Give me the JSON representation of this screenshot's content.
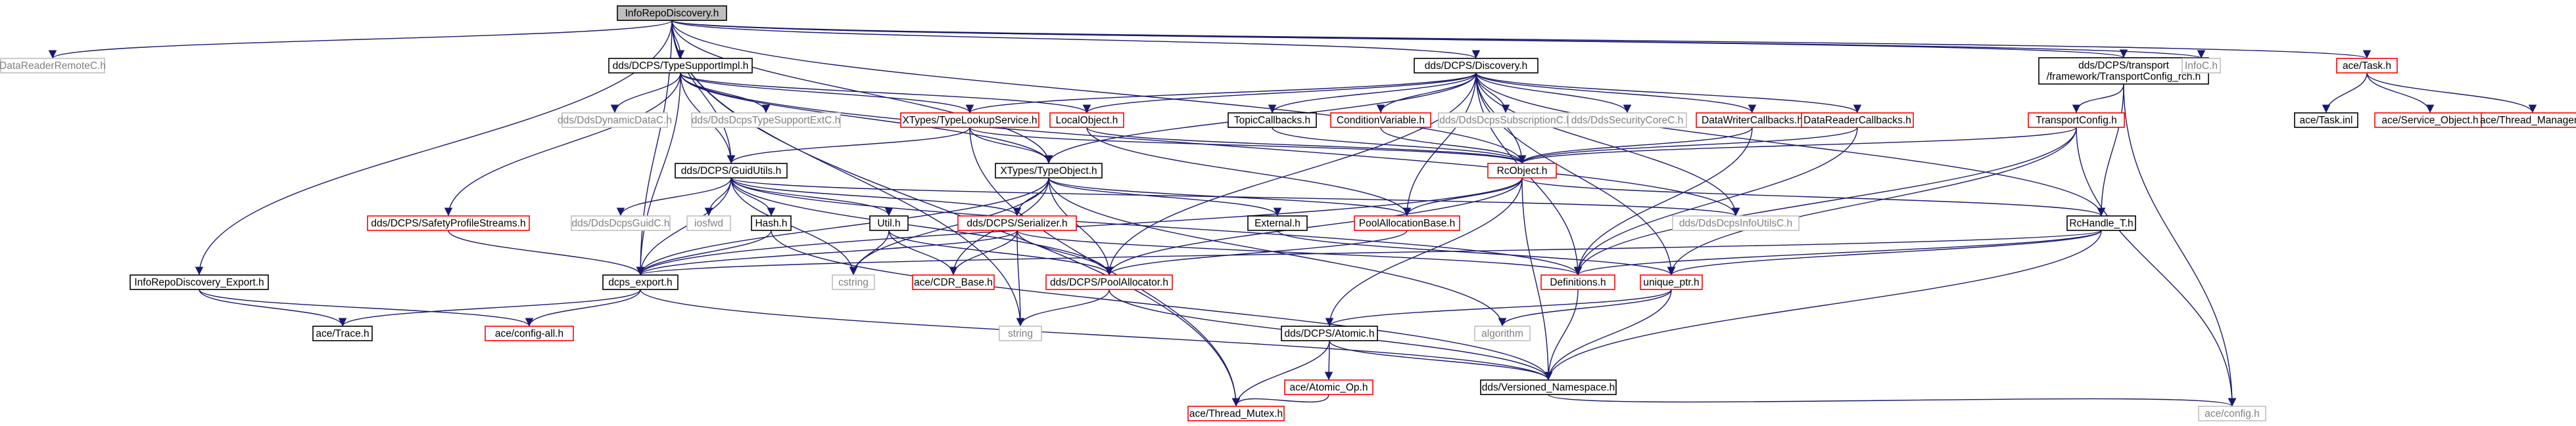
{
  "diagram": {
    "colors": {
      "root_fill": "#bfbfbf",
      "node_fill": "#ffffff",
      "normal_border": "#000000",
      "truncated_border": "#ff0000",
      "leaf_border": "#bfbfbf",
      "leaf_text": "#808080",
      "edge": "#191970"
    },
    "nodes": [
      {
        "id": "root",
        "label": "InfoRepoDiscovery.h",
        "kind": "root"
      },
      {
        "id": "drrc",
        "label": "DataReaderRemoteC.h",
        "kind": "leaf"
      },
      {
        "id": "tsi",
        "label": "dds/DCPS/TypeSupportImpl.h",
        "kind": "normal"
      },
      {
        "id": "disc",
        "label": "dds/DCPS/Discovery.h",
        "kind": "normal"
      },
      {
        "id": "tcfg",
        "label": "dds/DCPS/transport\n/framework/TransportConfig_rch.h",
        "kind": "normal"
      },
      {
        "id": "infoc",
        "label": "InfoC.h",
        "kind": "leaf"
      },
      {
        "id": "task",
        "label": "ace/Task.h",
        "kind": "truncated"
      },
      {
        "id": "ddc",
        "label": "dds/DdsDynamicDataC.h",
        "kind": "leaf"
      },
      {
        "id": "dtse",
        "label": "dds/DdsDcpsTypeSupportExtC.h",
        "kind": "leaf"
      },
      {
        "id": "xtls",
        "label": "XTypes/TypeLookupService.h",
        "kind": "truncated"
      },
      {
        "id": "lobj",
        "label": "LocalObject.h",
        "kind": "truncated"
      },
      {
        "id": "tcb",
        "label": "TopicCallbacks.h",
        "kind": "normal"
      },
      {
        "id": "cvar",
        "label": "ConditionVariable.h",
        "kind": "truncated"
      },
      {
        "id": "dsub",
        "label": "dds/DdsDcpsSubscriptionC.h",
        "kind": "leaf"
      },
      {
        "id": "dsec",
        "label": "dds/DdsSecurityCoreC.h",
        "kind": "leaf"
      },
      {
        "id": "dwcb",
        "label": "DataWriterCallbacks.h",
        "kind": "truncated"
      },
      {
        "id": "drcb",
        "label": "DataReaderCallbacks.h",
        "kind": "truncated"
      },
      {
        "id": "tconf",
        "label": "TransportConfig.h",
        "kind": "truncated"
      },
      {
        "id": "taski",
        "label": "ace/Task.inl",
        "kind": "normal"
      },
      {
        "id": "svco",
        "label": "ace/Service_Object.h",
        "kind": "truncated"
      },
      {
        "id": "thm",
        "label": "ace/Thread_Manager.h",
        "kind": "truncated"
      },
      {
        "id": "guid",
        "label": "dds/DCPS/GuidUtils.h",
        "kind": "normal"
      },
      {
        "id": "xto",
        "label": "XTypes/TypeObject.h",
        "kind": "normal"
      },
      {
        "id": "rco",
        "label": "RcObject.h",
        "kind": "truncated"
      },
      {
        "id": "spfs",
        "label": "dds/DCPS/SafetyProfileStreams.h",
        "kind": "truncated"
      },
      {
        "id": "dguid",
        "label": "dds/DdsDcpsGuidC.h",
        "kind": "leaf"
      },
      {
        "id": "iosfwd",
        "label": "iosfwd",
        "kind": "leaf"
      },
      {
        "id": "hash",
        "label": "Hash.h",
        "kind": "normal"
      },
      {
        "id": "util",
        "label": "Util.h",
        "kind": "normal"
      },
      {
        "id": "ser",
        "label": "dds/DCPS/Serializer.h",
        "kind": "truncated"
      },
      {
        "id": "ext",
        "label": "External.h",
        "kind": "normal"
      },
      {
        "id": "pab",
        "label": "PoolAllocationBase.h",
        "kind": "truncated"
      },
      {
        "id": "dinfo",
        "label": "dds/DdsDcpsInfoUtilsC.h",
        "kind": "leaf"
      },
      {
        "id": "rch",
        "label": "RcHandle_T.h",
        "kind": "normal"
      },
      {
        "id": "irde",
        "label": "InfoRepoDiscovery_Export.h",
        "kind": "normal"
      },
      {
        "id": "cstr",
        "label": "cstring",
        "kind": "leaf"
      },
      {
        "id": "cdrb",
        "label": "ace/CDR_Base.h",
        "kind": "truncated"
      },
      {
        "id": "dexp",
        "label": "dcps_export.h",
        "kind": "normal"
      },
      {
        "id": "palloc",
        "label": "dds/DCPS/PoolAllocator.h",
        "kind": "truncated"
      },
      {
        "id": "defs",
        "label": "Definitions.h",
        "kind": "truncated"
      },
      {
        "id": "uptr",
        "label": "unique_ptr.h",
        "kind": "truncated"
      },
      {
        "id": "trace",
        "label": "ace/Trace.h",
        "kind": "normal"
      },
      {
        "id": "cfgall",
        "label": "ace/config-all.h",
        "kind": "truncated"
      },
      {
        "id": "string",
        "label": "string",
        "kind": "leaf"
      },
      {
        "id": "atomic",
        "label": "dds/DCPS/Atomic.h",
        "kind": "normal"
      },
      {
        "id": "algo",
        "label": "algorithm",
        "kind": "leaf"
      },
      {
        "id": "aop",
        "label": "ace/Atomic_Op.h",
        "kind": "truncated"
      },
      {
        "id": "vns",
        "label": "dds/Versioned_Namespace.h",
        "kind": "normal"
      },
      {
        "id": "thmx",
        "label": "ace/Thread_Mutex.h",
        "kind": "truncated"
      },
      {
        "id": "acecfg",
        "label": "ace/config.h",
        "kind": "leaf"
      }
    ],
    "edges": [
      [
        "root",
        "drrc"
      ],
      [
        "root",
        "tsi"
      ],
      [
        "root",
        "disc"
      ],
      [
        "root",
        "tcfg"
      ],
      [
        "root",
        "infoc"
      ],
      [
        "root",
        "task"
      ],
      [
        "root",
        "irde"
      ],
      [
        "root",
        "string"
      ],
      [
        "root",
        "thmx"
      ],
      [
        "root",
        "dexp"
      ],
      [
        "root",
        "guid"
      ],
      [
        "root",
        "xto"
      ],
      [
        "root",
        "rco"
      ],
      [
        "tsi",
        "ddc"
      ],
      [
        "tsi",
        "dtse"
      ],
      [
        "tsi",
        "xtls"
      ],
      [
        "tsi",
        "lobj"
      ],
      [
        "tsi",
        "guid"
      ],
      [
        "tsi",
        "xto"
      ],
      [
        "tsi",
        "spfs"
      ],
      [
        "tsi",
        "dexp"
      ],
      [
        "tsi",
        "dinfo"
      ],
      [
        "disc",
        "xtls"
      ],
      [
        "disc",
        "lobj"
      ],
      [
        "disc",
        "tcb"
      ],
      [
        "disc",
        "cvar"
      ],
      [
        "disc",
        "dsub"
      ],
      [
        "disc",
        "dsec"
      ],
      [
        "disc",
        "dwcb"
      ],
      [
        "disc",
        "drcb"
      ],
      [
        "disc",
        "rco"
      ],
      [
        "disc",
        "xto"
      ],
      [
        "disc",
        "pab"
      ],
      [
        "disc",
        "dinfo"
      ],
      [
        "disc",
        "rch"
      ],
      [
        "disc",
        "defs"
      ],
      [
        "disc",
        "palloc"
      ],
      [
        "disc",
        "uptr"
      ],
      [
        "tcfg",
        "tconf"
      ],
      [
        "tcfg",
        "rch"
      ],
      [
        "tcfg",
        "acecfg"
      ],
      [
        "task",
        "taski"
      ],
      [
        "task",
        "svco"
      ],
      [
        "task",
        "thm"
      ],
      [
        "xtls",
        "guid"
      ],
      [
        "xtls",
        "xto"
      ],
      [
        "xtls",
        "rco"
      ],
      [
        "xtls",
        "thmx"
      ],
      [
        "lobj",
        "rco"
      ],
      [
        "lobj",
        "pab"
      ],
      [
        "tcb",
        "rco"
      ],
      [
        "cvar",
        "rco"
      ],
      [
        "dwcb",
        "rco"
      ],
      [
        "dwcb",
        "defs"
      ],
      [
        "drcb",
        "rco"
      ],
      [
        "drcb",
        "defs"
      ],
      [
        "tconf",
        "rco"
      ],
      [
        "tconf",
        "defs"
      ],
      [
        "tconf",
        "uptr"
      ],
      [
        "tconf",
        "acecfg"
      ],
      [
        "guid",
        "dguid"
      ],
      [
        "guid",
        "iosfwd"
      ],
      [
        "guid",
        "hash"
      ],
      [
        "guid",
        "util"
      ],
      [
        "guid",
        "ser"
      ],
      [
        "guid",
        "dexp"
      ],
      [
        "guid",
        "cstr"
      ],
      [
        "guid",
        "defs"
      ],
      [
        "guid",
        "palloc"
      ],
      [
        "guid",
        "dinfo"
      ],
      [
        "xto",
        "ser"
      ],
      [
        "xto",
        "ext"
      ],
      [
        "xto",
        "pab"
      ],
      [
        "xto",
        "palloc"
      ],
      [
        "xto",
        "cstr"
      ],
      [
        "xto",
        "dexp"
      ],
      [
        "xto",
        "algo"
      ],
      [
        "xto",
        "cdrb"
      ],
      [
        "rco",
        "pab"
      ],
      [
        "rco",
        "rch"
      ],
      [
        "rco",
        "atomic"
      ],
      [
        "rco",
        "vns"
      ],
      [
        "rco",
        "dexp"
      ],
      [
        "rco",
        "palloc"
      ],
      [
        "spfs",
        "dexp"
      ],
      [
        "hash",
        "dexp"
      ],
      [
        "hash",
        "vns"
      ],
      [
        "util",
        "cstr"
      ],
      [
        "util",
        "cdrb"
      ],
      [
        "util",
        "palloc"
      ],
      [
        "ser",
        "cdrb"
      ],
      [
        "ser",
        "string"
      ],
      [
        "ser",
        "palloc"
      ],
      [
        "ser",
        "defs"
      ],
      [
        "ser",
        "dexp"
      ],
      [
        "ext",
        "uptr"
      ],
      [
        "pab",
        "palloc"
      ],
      [
        "rch",
        "defs"
      ],
      [
        "rch",
        "uptr"
      ],
      [
        "rch",
        "vns"
      ],
      [
        "rch",
        "dexp"
      ],
      [
        "irde",
        "trace"
      ],
      [
        "irde",
        "cfgall"
      ],
      [
        "dexp",
        "cfgall"
      ],
      [
        "dexp",
        "vns"
      ],
      [
        "dexp",
        "trace"
      ],
      [
        "palloc",
        "string"
      ],
      [
        "palloc",
        "vns"
      ],
      [
        "defs",
        "vns"
      ],
      [
        "uptr",
        "vns"
      ],
      [
        "uptr",
        "atomic"
      ],
      [
        "uptr",
        "algo"
      ],
      [
        "atomic",
        "aop"
      ],
      [
        "atomic",
        "thmx"
      ],
      [
        "atomic",
        "vns"
      ],
      [
        "aop",
        "thmx"
      ],
      [
        "vns",
        "acecfg"
      ]
    ]
  }
}
